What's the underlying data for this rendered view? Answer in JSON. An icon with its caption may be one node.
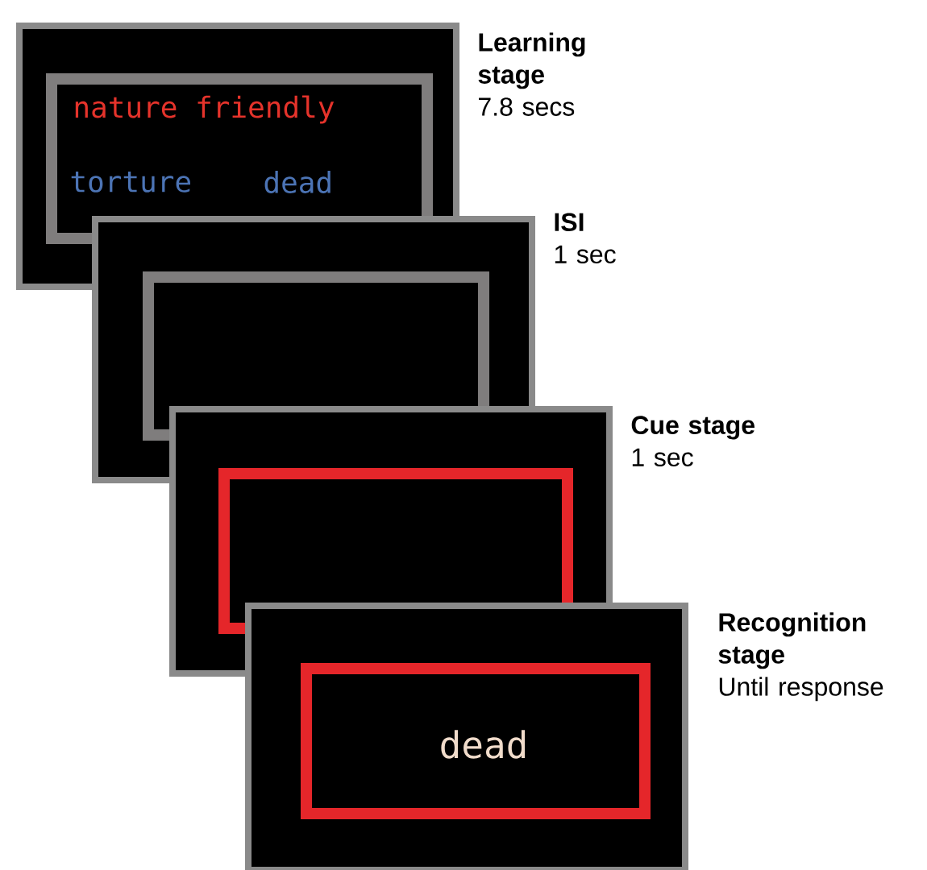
{
  "diagram": {
    "nodes": [
      {
        "text": [
          "Learning stage"
        ],
        "beside": [
          "7.8 secs"
        ]
      },
      {
        "text": [
          "nature friendly",
          "torture",
          "dead"
        ],
        "in": 0
      },
      {
        "text": [
          "ISI"
        ],
        "beside": [
          "1 sec"
        ]
      },
      {
        "text": [],
        "shape": "box",
        "in": 2
      },
      {
        "text": [
          "Cue stage"
        ],
        "beside": [
          "1 sec"
        ]
      },
      {
        "text": [],
        "shape": "box",
        "in": 4
      },
      {
        "text": [
          "Recognition stage"
        ],
        "beside": [
          "Until response"
        ]
      },
      {
        "text": [
          "dead"
        ],
        "in": 6
      }
    ]
  }
}
